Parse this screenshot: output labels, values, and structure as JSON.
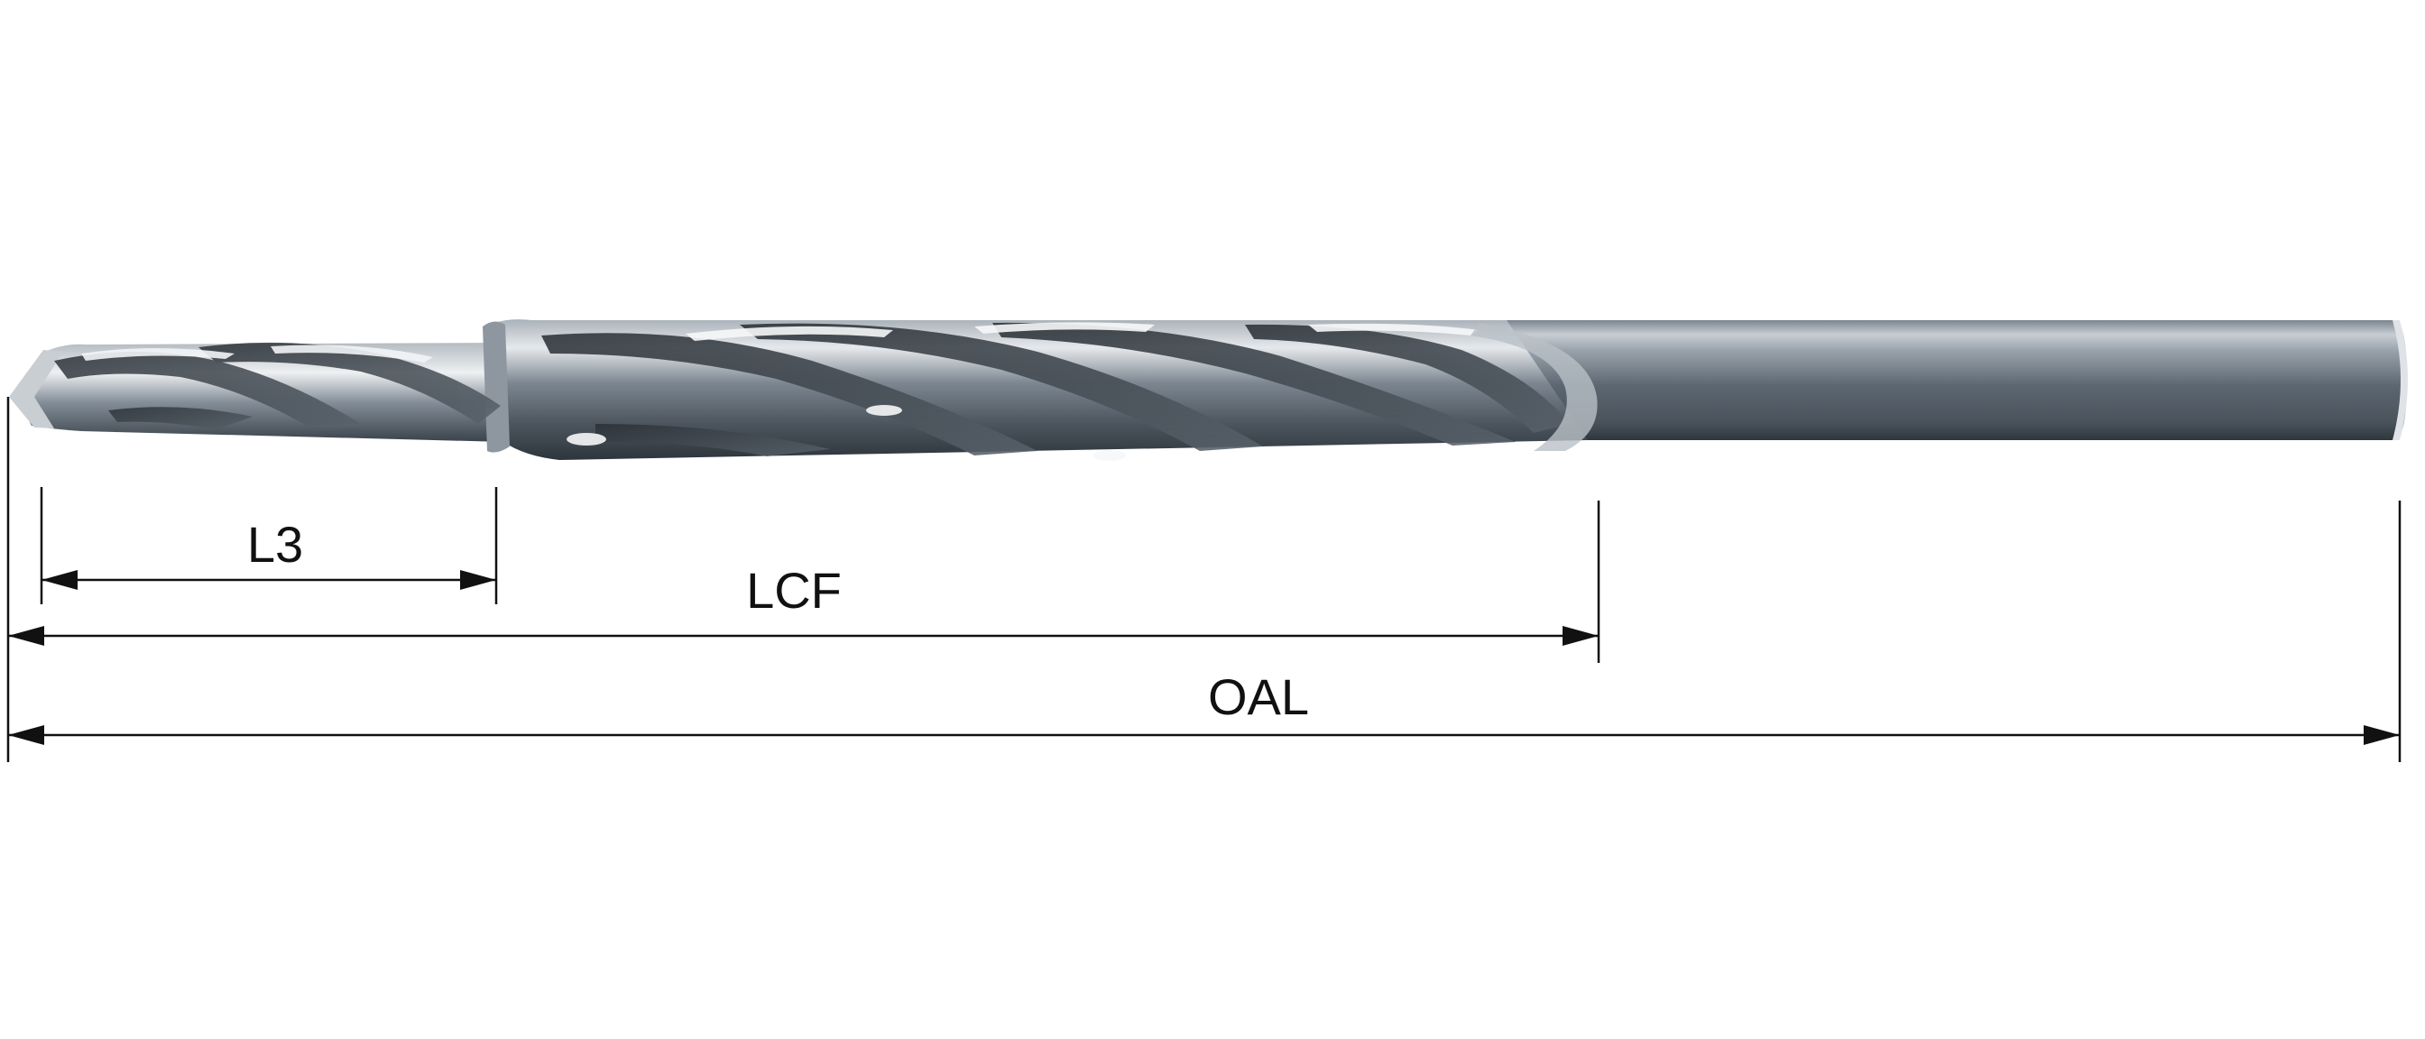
{
  "dimensions": {
    "l3": {
      "label": "L3"
    },
    "lcf": {
      "label": "LCF"
    },
    "oal": {
      "label": "OAL"
    }
  },
  "colors": {
    "background": "#ffffff",
    "dimension_line": "#111111",
    "tool_dark": "#3d4650",
    "tool_mid": "#6d7680",
    "tool_light": "#d3d8dd",
    "tool_highlight": "#f4f6f8"
  }
}
